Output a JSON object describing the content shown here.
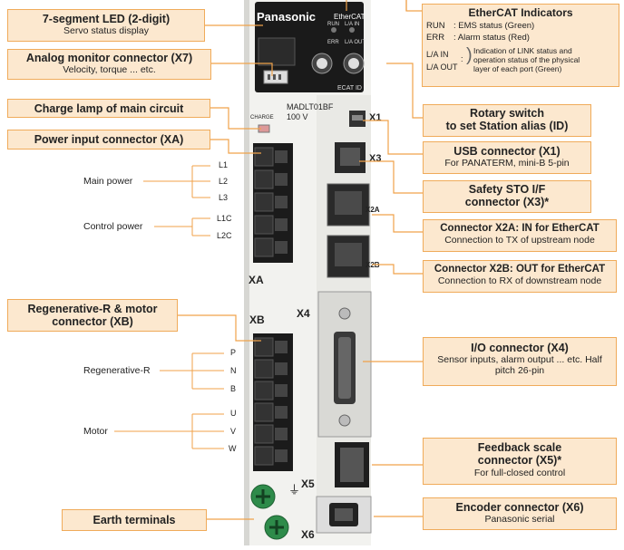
{
  "labels": {
    "led": {
      "title": "7-segment LED (2-digit)",
      "sub": "Servo status display"
    },
    "analog": {
      "title": "Analog monitor connector (X7)",
      "sub": "Velocity, torque ... etc."
    },
    "charge": {
      "title": "Charge lamp of main circuit"
    },
    "power": {
      "title": "Power input connector (XA)"
    },
    "regen": {
      "title1": "Regenerative-R & motor",
      "title2": "connector (XB)"
    },
    "earth": {
      "title": "Earth terminals"
    },
    "ethercat": {
      "title": "EtherCAT Indicators",
      "run_k": "RUN",
      "run_v": ": EMS status (Green)",
      "err_k": "ERR",
      "err_v": ": Alarm status (Red)",
      "la_in": "L/A IN",
      "la_out": "L/A OUT",
      "la_desc1": "Indication of LINK status and",
      "la_desc2": "operation status of the physical",
      "la_desc3": "layer of each port (Green)"
    },
    "rotary": {
      "title1": "Rotary switch",
      "title2": "to set Station alias (ID)"
    },
    "usb": {
      "title": "USB connector (X1)",
      "sub": "For PANATERM, mini-B 5-pin"
    },
    "sto": {
      "title1": "Safety STO I/F",
      "title2": "connector (X3)*"
    },
    "x2a": {
      "title": "Connector X2A: IN for EtherCAT",
      "sub": "Connection to TX of upstream node"
    },
    "x2b": {
      "title": "Connector X2B: OUT for EtherCAT",
      "sub": "Connection to RX of downstream node"
    },
    "io": {
      "title": "I/O connector (X4)",
      "sub1": "Sensor inputs, alarm output ... etc. Half",
      "sub2": "pitch 26-pin"
    },
    "feedback": {
      "title1": "Feedback scale",
      "title2": "connector (X5)*",
      "sub": "For full-closed control"
    },
    "encoder": {
      "title": "Encoder connector (X6)",
      "sub": "Panasonic serial"
    }
  },
  "side": {
    "main_power": "Main power",
    "control_power": "Control power",
    "regen_r": "Regenerative-R",
    "motor": "Motor"
  },
  "terminals": {
    "l1": "L1",
    "l2": "L2",
    "l3": "L3",
    "l1c": "L1C",
    "l2c": "L2C",
    "p": "P",
    "n": "N",
    "b": "B",
    "u": "U",
    "v": "V",
    "w": "W"
  },
  "device": {
    "brand": "Panasonic",
    "ethercat_logo": "EtherCAT",
    "model": "MADLT01BF",
    "voltage": "100 V",
    "charge": "CHARGE",
    "run": "RUN",
    "err": "ERR",
    "la_in": "L/A IN",
    "la_out": "L/A OUT",
    "ecat_id": "ECAT ID",
    "x1": "X1",
    "x3": "X3",
    "x2a": "X2A",
    "x2b": "X2B",
    "xa": "XA",
    "xb": "XB",
    "x4": "X4",
    "x5": "X5",
    "x6": "X6",
    "ground": "⏚"
  },
  "colors": {
    "label_fill": "#fce8cf",
    "label_border": "#f0ab5a",
    "line": "#f0a24a"
  }
}
